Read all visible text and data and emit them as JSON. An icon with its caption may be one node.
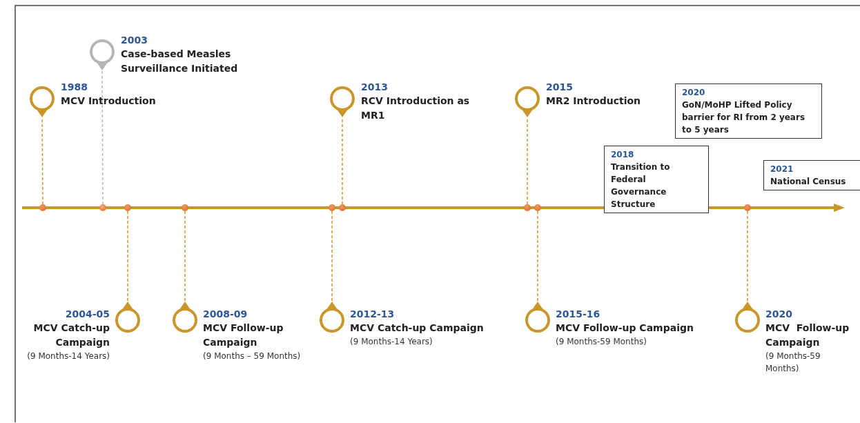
{
  "diagram": {
    "nodes": [
      {
        "text": [
          "1988",
          "MCV Introduction"
        ]
      },
      {
        "text": [
          "2003",
          "Case-based Measles Surveillance Initiated"
        ]
      },
      {
        "text": [
          "2013",
          "RCV Introduction as MR1"
        ]
      },
      {
        "text": [
          "2015",
          "MR2 Introduction"
        ]
      },
      {
        "text": [
          "2020",
          "GoN/MoHP Lifted Policy barrier for RI from 2 years to 5 years"
        ]
      },
      {
        "text": [
          "2018",
          "Transition to Federal Governance Structure"
        ]
      },
      {
        "text": [
          "2021",
          "National Census"
        ]
      },
      {
        "text": [
          "2004-05",
          "MCV Catch-up Campaign",
          "(9 Months-14 Years)"
        ]
      },
      {
        "text": [
          "2008-09",
          "MCV Follow-up Campaign",
          "(9 Months – 59 Months)"
        ]
      },
      {
        "text": [
          "2012-13",
          "MCV Catch-up Campaign",
          "(9 Months-14 Years)"
        ]
      },
      {
        "text": [
          "2015-16",
          "MCV Follow-up Campaign",
          "(9 Months-59 Months)"
        ]
      },
      {
        "text": [
          "2020",
          "MCV  Follow-up Campaign",
          "(9 Months-59 Months)"
        ]
      },
      {
        "text": [],
        "shape": "circle"
      },
      {
        "text": [],
        "shape": "circle"
      },
      {
        "text": [],
        "shape": "circle"
      },
      {
        "text": [],
        "shape": "circle"
      },
      {
        "text": [],
        "shape": "circle"
      },
      {
        "text": [],
        "shape": "circle"
      },
      {
        "text": [],
        "shape": "circle"
      },
      {
        "text": [],
        "shape": "circle"
      },
      {
        "text": [],
        "shape": "circle"
      }
    ],
    "edges": [
      {
        "from": 12,
        "to": 0,
        "arrow": "none",
        "style": "dashed"
      },
      {
        "from": 13,
        "to": 1,
        "arrow": "none",
        "style": "dashed",
        "color": "#b5b5b5"
      },
      {
        "from": 14,
        "to": 7,
        "arrow": "none",
        "style": "dashed"
      },
      {
        "from": 15,
        "to": 8,
        "arrow": "none",
        "style": "dashed"
      },
      {
        "from": 16,
        "to": 9,
        "arrow": "none",
        "style": "dashed"
      },
      {
        "from": 17,
        "to": 2,
        "arrow": "none",
        "style": "dashed"
      },
      {
        "from": 18,
        "to": 3,
        "arrow": "none",
        "style": "dashed"
      },
      {
        "from": 19,
        "to": 10,
        "arrow": "none",
        "style": "dashed"
      },
      {
        "from": 20,
        "to": 11,
        "arrow": "none",
        "style": "dashed"
      }
    ]
  }
}
